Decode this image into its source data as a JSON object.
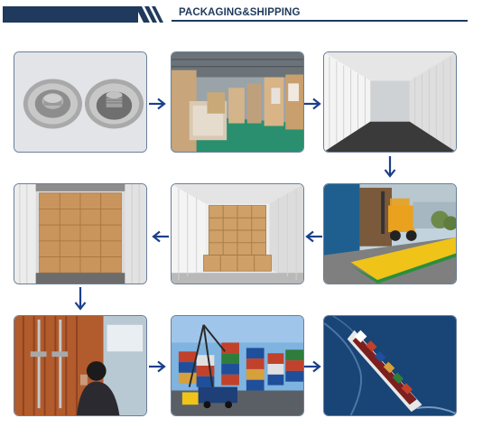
{
  "header": {
    "title": "PACKAGING&SHIPPING"
  },
  "colors": {
    "brand_navy": "#1f3a5c",
    "arrow_blue": "#1c3f8a",
    "tile_border": "#6a7f9a"
  },
  "steps": [
    {
      "name": "metal-caps-product",
      "icon": "product-photo"
    },
    {
      "name": "warehouse-cartons",
      "icon": "warehouse-photo"
    },
    {
      "name": "empty-container",
      "icon": "container-photo"
    },
    {
      "name": "forklift-loading",
      "icon": "forklift-photo"
    },
    {
      "name": "container-partially-loaded",
      "icon": "container-photo"
    },
    {
      "name": "container-fully-loaded",
      "icon": "container-photo"
    },
    {
      "name": "container-sealing",
      "icon": "worker-photo"
    },
    {
      "name": "port-terminal",
      "icon": "port-photo"
    },
    {
      "name": "cargo-ship-at-sea",
      "icon": "ship-photo"
    }
  ]
}
